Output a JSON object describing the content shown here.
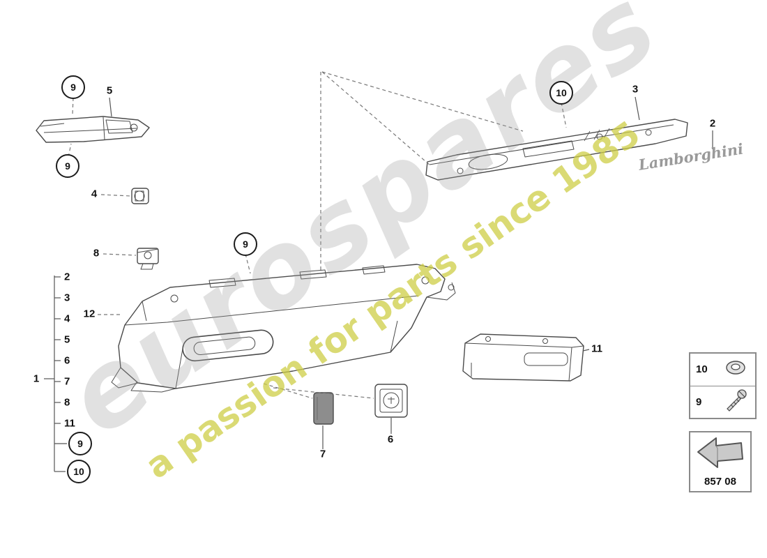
{
  "diagram": {
    "part_code": "857 08",
    "brand_script": "Lamborghini"
  },
  "watermark": {
    "brand": "eurospares",
    "tagline": "a passion for parts since 1985",
    "brand_color": "#9b9b9b",
    "tagline_color": "#cece46"
  },
  "callouts": {
    "c9_top": "9",
    "p5": "5",
    "c9_mid_left": "9",
    "p4": "4",
    "p8": "8",
    "c9_center": "9",
    "c10_top": "10",
    "p3": "3",
    "p2": "2",
    "p12": "12",
    "p11": "11",
    "p7": "7",
    "p6": "6",
    "p1": "1",
    "c9_bottom": "9",
    "c10_bottom": "10"
  },
  "left_list": [
    "2",
    "3",
    "4",
    "5",
    "6",
    "7",
    "8",
    "11"
  ],
  "legend": {
    "rows": [
      {
        "label": "10",
        "icon": "grommet-icon"
      },
      {
        "label": "9",
        "icon": "screw-icon"
      }
    ]
  }
}
